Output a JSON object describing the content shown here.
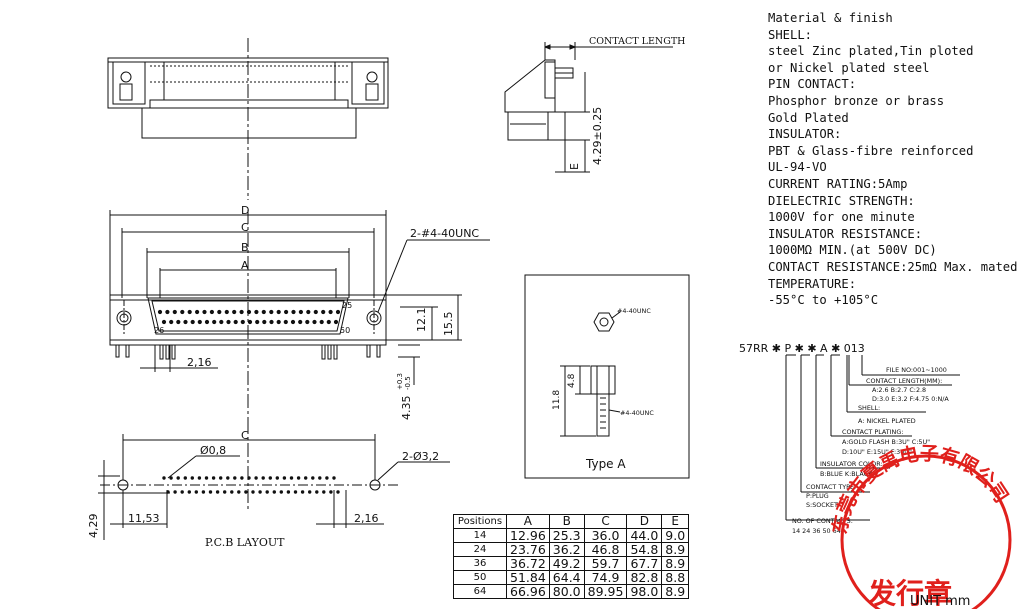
{
  "spec_lines": [
    "Material & finish",
    "SHELL:",
    "steel Zinc plated,Tin ploted",
    "or Nickel plated steel",
    "PIN CONTACT:",
    "Phosphor bronze or brass",
    "Gold Plated",
    "INSULATOR:",
    "PBT & Glass-fibre reinforced",
    "UL-94-VO",
    "CURRENT RATING:5Amp",
    "DIELECTRIC STRENGTH:",
    "1000V for one minute",
    "INSULATOR RESISTANCE:",
    "1000MΩ MIN.(at 500V DC)",
    "CONTACT RESISTANCE:25mΩ Max. mated",
    "TEMPERATURE:",
    "-55°C to +105°C"
  ],
  "dims": {
    "D": "D",
    "C": "C",
    "B": "B",
    "A": "A",
    "screw_note": "2-#4-40UNC",
    "h12_1": "12.1",
    "h15_5": "15.5",
    "w2_16": "2,16",
    "h4_35": "4.35",
    "tol": "+0.3",
    "tol2": "-0.5",
    "pin_25": "25",
    "pin_26": "26",
    "pin_50": "50",
    "contact_length": "CONTACT LENGTH",
    "h4_29": "4.29±0.25",
    "e_label": "E",
    "pcb_c": "C",
    "phi08": "Ø0,8",
    "phi32": "2-Ø3,2",
    "pcb_4_29": "4,29",
    "pcb_11_53": "11,53",
    "pcb_2_16": "2,16",
    "pcb_title": "P.C.B LAYOUT"
  },
  "type_a": {
    "note_top": "#4-40UNC",
    "note_bottom": "#4-40UNC",
    "h4_8": "4.8",
    "h11_8": "11.8",
    "title": "Type A"
  },
  "part_number": {
    "code": "57RR ✱ P ✱ ✱ A ✱ 013",
    "notes": [
      "FILE NO:001~1000",
      "CONTACT LENGTH(MM):",
      "A:2.6    B:2.7    C:2.8",
      "D:3.0    E:3.2    F:4.75    0:N/A",
      "SHELL:",
      "A: NICKEL PLATED",
      "CONTACT PLATING:",
      "A:GOLD FLASH    B:3U\" C:5U\"",
      "D:10U\"  E:15U\"  F:30U\"",
      "INSULATOR COLOR:",
      "B:BLUE  K:BLACK",
      "CONTACT TYPE:",
      "P:PLUG",
      "S:SOCKET",
      "NO. OF CONTACTS:",
      "14  24  36  50  64"
    ]
  },
  "table": {
    "headers": [
      "Positions",
      "A",
      "B",
      "C",
      "D",
      "E"
    ],
    "rows": [
      [
        "14",
        "12.96",
        "25.3",
        "36.0",
        "44.0",
        "9.0"
      ],
      [
        "24",
        "23.76",
        "36.2",
        "46.8",
        "54.8",
        "8.9"
      ],
      [
        "36",
        "36.72",
        "49.2",
        "59.7",
        "67.7",
        "8.9"
      ],
      [
        "50",
        "51.84",
        "64.4",
        "74.9",
        "82.8",
        "8.8"
      ],
      [
        "64",
        "66.96",
        "80.0",
        "89.95",
        "98.0",
        "8.9"
      ]
    ]
  },
  "unit": "UNIT  mm",
  "stamp": {
    "ring_text": "东莞市夏禹电子有限公司",
    "bottom_text": "发行章"
  },
  "colors": {
    "ink": "#111111",
    "stamp": "#e0201c"
  }
}
